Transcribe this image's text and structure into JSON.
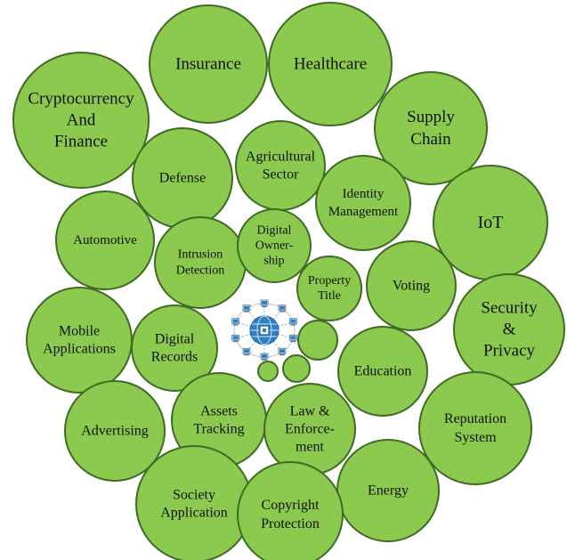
{
  "colors": {
    "bubble_fill": "#8bc94f",
    "bubble_stroke": "#3f6b23",
    "text": "#111111",
    "icon_blue": "#2f7fc4"
  },
  "center_icon": "blockchain-network-icon",
  "bubbles": [
    {
      "id": "cryptocurrency-and-finance",
      "lines": [
        "Cryptocurrency",
        "And",
        "Finance"
      ]
    },
    {
      "id": "insurance",
      "lines": [
        "Insurance"
      ]
    },
    {
      "id": "healthcare",
      "lines": [
        "Healthcare"
      ]
    },
    {
      "id": "supply-chain",
      "lines": [
        "Supply",
        "Chain"
      ]
    },
    {
      "id": "defense",
      "lines": [
        "Defense"
      ]
    },
    {
      "id": "agricultural-sector",
      "lines": [
        "Agricultural",
        "Sector"
      ]
    },
    {
      "id": "identity-management",
      "lines": [
        "Identity",
        "Management"
      ]
    },
    {
      "id": "iot",
      "lines": [
        "IoT"
      ]
    },
    {
      "id": "automotive",
      "lines": [
        "Automotive"
      ]
    },
    {
      "id": "intrusion-detection",
      "lines": [
        "Intrusion",
        "Detection"
      ]
    },
    {
      "id": "digital-ownership",
      "lines": [
        "Digital",
        "Owner-",
        "ship"
      ]
    },
    {
      "id": "property-title",
      "lines": [
        "Property",
        "Title"
      ]
    },
    {
      "id": "voting",
      "lines": [
        "Voting"
      ]
    },
    {
      "id": "security-and-privacy",
      "lines": [
        "Security",
        "&",
        "Privacy"
      ]
    },
    {
      "id": "mobile-applications",
      "lines": [
        "Mobile",
        "Applications"
      ]
    },
    {
      "id": "digital-records",
      "lines": [
        "Digital",
        "Records"
      ]
    },
    {
      "id": "education",
      "lines": [
        "Education"
      ]
    },
    {
      "id": "reputation-system",
      "lines": [
        "Reputation",
        "System"
      ]
    },
    {
      "id": "advertising",
      "lines": [
        "Advertising"
      ]
    },
    {
      "id": "assets-tracking",
      "lines": [
        "Assets",
        "Tracking"
      ]
    },
    {
      "id": "law-and-enforcement",
      "lines": [
        "Law &",
        "Enforce-",
        "ment"
      ]
    },
    {
      "id": "energy",
      "lines": [
        "Energy"
      ]
    },
    {
      "id": "society-application",
      "lines": [
        "Society",
        "Application"
      ]
    },
    {
      "id": "copyright-protection",
      "lines": [
        "Copyright",
        "Protection"
      ]
    },
    {
      "id": "empty-small-1",
      "lines": []
    },
    {
      "id": "empty-small-2",
      "lines": []
    },
    {
      "id": "empty-small-3",
      "lines": []
    }
  ]
}
